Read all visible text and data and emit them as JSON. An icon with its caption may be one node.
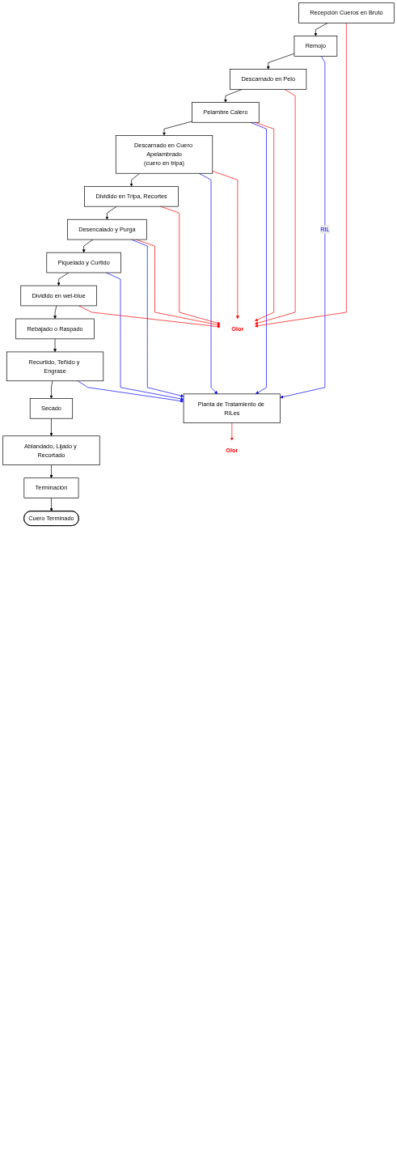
{
  "diagram": {
    "nodes": [
      {
        "text": [
          "Recepción Cueros en Bruto"
        ]
      },
      {
        "text": [
          "Remojo"
        ]
      },
      {
        "text": [
          "Descarnado en Pelo"
        ]
      },
      {
        "text": [
          "Pelambre Calero"
        ]
      },
      {
        "text": [
          "Descarnado en Cuero Apelambrado",
          "(cuero en tripa)"
        ]
      },
      {
        "text": [
          "Dividido en Tripa, Recortes"
        ]
      },
      {
        "text": [
          "Desencalado y Purga"
        ]
      },
      {
        "text": [
          "Piquelado y Curtido"
        ]
      },
      {
        "text": [
          "Dividido en wet-blue"
        ]
      },
      {
        "text": [
          "Rebajado o Raspado"
        ]
      },
      {
        "text": [
          "Recurtido, Teñido y Engrase"
        ]
      },
      {
        "text": [
          "Secado"
        ]
      },
      {
        "text": [
          "Ablandado, Lijado y Recortado"
        ]
      },
      {
        "text": [
          "Terminación"
        ]
      },
      {
        "text": [
          "Cuero Terminado"
        ]
      },
      {
        "text": [
          "Planta de Tratamiento de RILes"
        ]
      },
      {
        "text": [
          "Olor"
        ]
      },
      {
        "text": [
          "Olor"
        ]
      }
    ],
    "edges": [
      {
        "from": 0,
        "to": 1,
        "arrow": "to"
      },
      {
        "from": 1,
        "to": 2,
        "arrow": "to"
      },
      {
        "from": 2,
        "to": 3,
        "arrow": "to"
      },
      {
        "from": 3,
        "to": 4,
        "arrow": "to"
      },
      {
        "from": 4,
        "to": 5,
        "arrow": "to"
      },
      {
        "from": 5,
        "to": 6,
        "arrow": "to"
      },
      {
        "from": 6,
        "to": 7,
        "arrow": "to"
      },
      {
        "from": 7,
        "to": 8,
        "arrow": "to"
      },
      {
        "from": 8,
        "to": 9,
        "arrow": "to"
      },
      {
        "from": 9,
        "to": 10,
        "arrow": "to"
      },
      {
        "from": 10,
        "to": 11,
        "arrow": "to"
      },
      {
        "from": 11,
        "to": 12,
        "arrow": "to"
      },
      {
        "from": 12,
        "to": 13,
        "arrow": "to"
      },
      {
        "from": 13,
        "to": 14,
        "arrow": "to"
      },
      {
        "from": 1,
        "to": 15,
        "arrow": "to",
        "label": "RIL",
        "color": "#0000ff"
      },
      {
        "from": 3,
        "to": 15,
        "arrow": "to",
        "color": "#0000ff"
      },
      {
        "from": 4,
        "to": 15,
        "arrow": "to",
        "color": "#0000ff"
      },
      {
        "from": 6,
        "to": 15,
        "arrow": "to",
        "color": "#0000ff"
      },
      {
        "from": 7,
        "to": 15,
        "arrow": "to",
        "color": "#0000ff"
      },
      {
        "from": 10,
        "to": 15,
        "arrow": "to",
        "color": "#0000ff"
      },
      {
        "from": 0,
        "to": 16,
        "arrow": "to",
        "color": "#ff0000"
      },
      {
        "from": 2,
        "to": 16,
        "arrow": "to",
        "color": "#ff0000"
      },
      {
        "from": 3,
        "to": 16,
        "arrow": "to",
        "color": "#ff0000"
      },
      {
        "from": 4,
        "to": 16,
        "arrow": "to",
        "color": "#ff0000"
      },
      {
        "from": 5,
        "to": 16,
        "arrow": "to",
        "color": "#ff0000"
      },
      {
        "from": 6,
        "to": 16,
        "arrow": "to",
        "color": "#ff0000"
      },
      {
        "from": 8,
        "to": 16,
        "arrow": "to",
        "color": "#ff0000"
      },
      {
        "from": 15,
        "to": 17,
        "arrow": "to",
        "color": "#ff0000"
      }
    ]
  }
}
